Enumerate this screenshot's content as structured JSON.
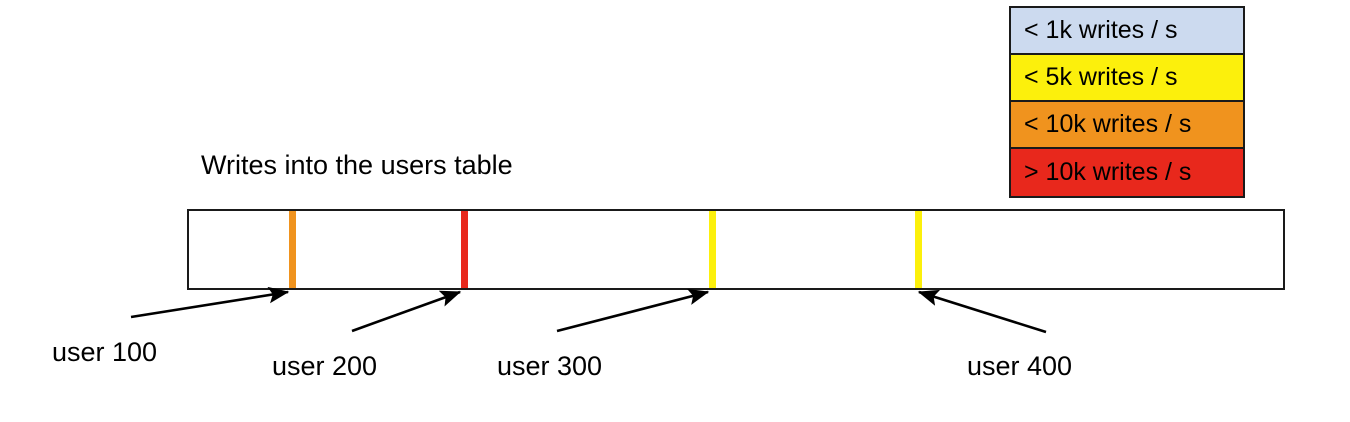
{
  "chart_data": {
    "type": "bar",
    "title": "Writes into the users table",
    "orientation": "horizontal",
    "description": "A single horizontal keyspace bar for the users table, shaded by write rate, with vertical stripes marking hot user ranges and callout arrows labelling user boundaries.",
    "bar": {
      "base_fill_color": "#ccdaef",
      "base_legend_label": "< 1k writes / s",
      "range_start_label": "user 100",
      "range_end_label": "user 400"
    },
    "categories": [
      "user 100",
      "user 200",
      "user 300",
      "user 400"
    ],
    "values": [
      "< 10k writes / s",
      "> 10k writes / s",
      "< 5k writes / s",
      "< 5k writes / s"
    ],
    "markers": [
      {
        "label": "user 100",
        "x_pct": 9.5,
        "color": "#f0931e",
        "tier": "< 10k writes / s"
      },
      {
        "label": "user 200",
        "x_pct": 25.1,
        "color": "#e8281c",
        "tier": "> 10k writes / s"
      },
      {
        "label": "user 300",
        "x_pct": 47.7,
        "color": "#fcf00c",
        "tier": "< 5k writes / s"
      },
      {
        "label": "user 400",
        "x_pct": 66.4,
        "color": "#fcf00c",
        "tier": "< 5k writes / s"
      }
    ],
    "legend": {
      "position": "top-right",
      "entries": [
        {
          "label": "< 1k writes / s",
          "color": "#ccdaef"
        },
        {
          "label": "< 5k writes / s",
          "color": "#fcf00c"
        },
        {
          "label": "< 10k writes / s",
          "color": "#f0931e"
        },
        {
          "label": "> 10k writes / s",
          "color": "#e8281c"
        }
      ]
    },
    "xlabel": "",
    "ylabel": "",
    "grid": false
  }
}
